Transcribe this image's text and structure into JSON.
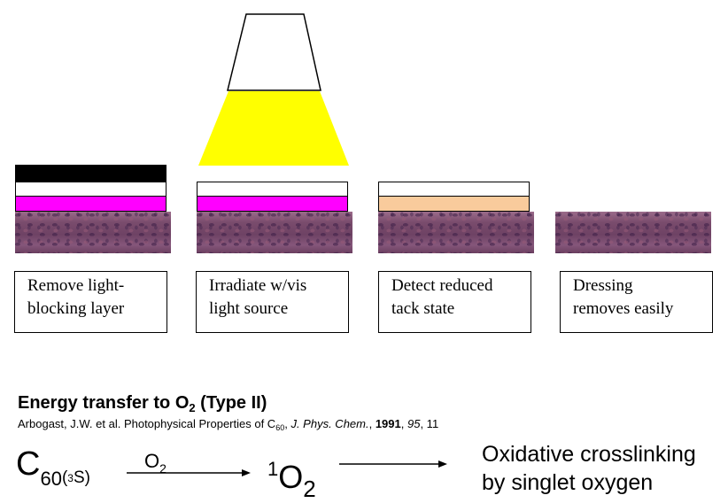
{
  "steps": [
    {
      "line1": "Remove light-",
      "line2": "blocking layer"
    },
    {
      "line1": "Irradiate w/vis",
      "line2": "light source"
    },
    {
      "line1": "Detect reduced",
      "line2": "tack state"
    },
    {
      "line1": "Dressing",
      "line2": "removes easily"
    }
  ],
  "colors": {
    "blocking_layer": "#000000",
    "clear_layer": "#ffffff",
    "adhesive_layer": "#ff00ff",
    "reduced_tack_layer": "#f9cb9c",
    "light_beam": "#ffff00",
    "tissue": "#7b4a6e"
  },
  "text": {
    "heading_main": "Energy transfer to O",
    "heading_sub": "2",
    "heading_tail": " (Type II)",
    "citation_a": "Arbogast, J.W. et al. Photophysical Properties of C",
    "citation_a_sub": "60",
    "citation_b": ", ",
    "citation_journal": "J. Phys. Chem.",
    "citation_c": ", ",
    "citation_year": "1991",
    "citation_d": ", ",
    "citation_volume": "95",
    "citation_e": ", 11"
  },
  "equation": {
    "reactant": "C",
    "reactant_sub": "60",
    "state_open": "(",
    "state_sup": "3",
    "state_letter": "S)",
    "arrow_label": "O",
    "arrow_label_sub": "2",
    "product_sup": "1",
    "product": "O",
    "product_sub": "2",
    "result_line1": "Oxidative crosslinking",
    "result_line2": "by singlet oxygen"
  }
}
